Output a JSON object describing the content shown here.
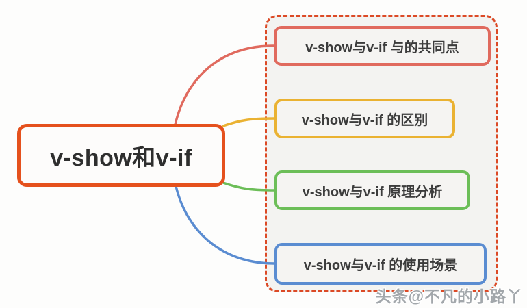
{
  "diagram": {
    "type": "mindmap",
    "root": {
      "label": "v-show和v-if",
      "border_color": "#E5511D",
      "background": "#FDFCFB",
      "text_color": "#2E2E2E"
    },
    "branches": [
      {
        "label": "v-show与v-if 与的共同点",
        "color": "#E06A5E"
      },
      {
        "label": "v-show与v-if 的区别",
        "color": "#EAB232"
      },
      {
        "label": "v-show与v-if 原理分析",
        "color": "#6CBE58"
      },
      {
        "label": "v-show与v-if 的使用场景",
        "color": "#5A8CD1"
      }
    ],
    "group": {
      "border_style": "dashed",
      "border_color": "#DC4A26",
      "background": "#F3F3F1"
    },
    "node_background": "#F5F4F2"
  },
  "watermark": {
    "text": "头条@不凡的小路丫"
  }
}
